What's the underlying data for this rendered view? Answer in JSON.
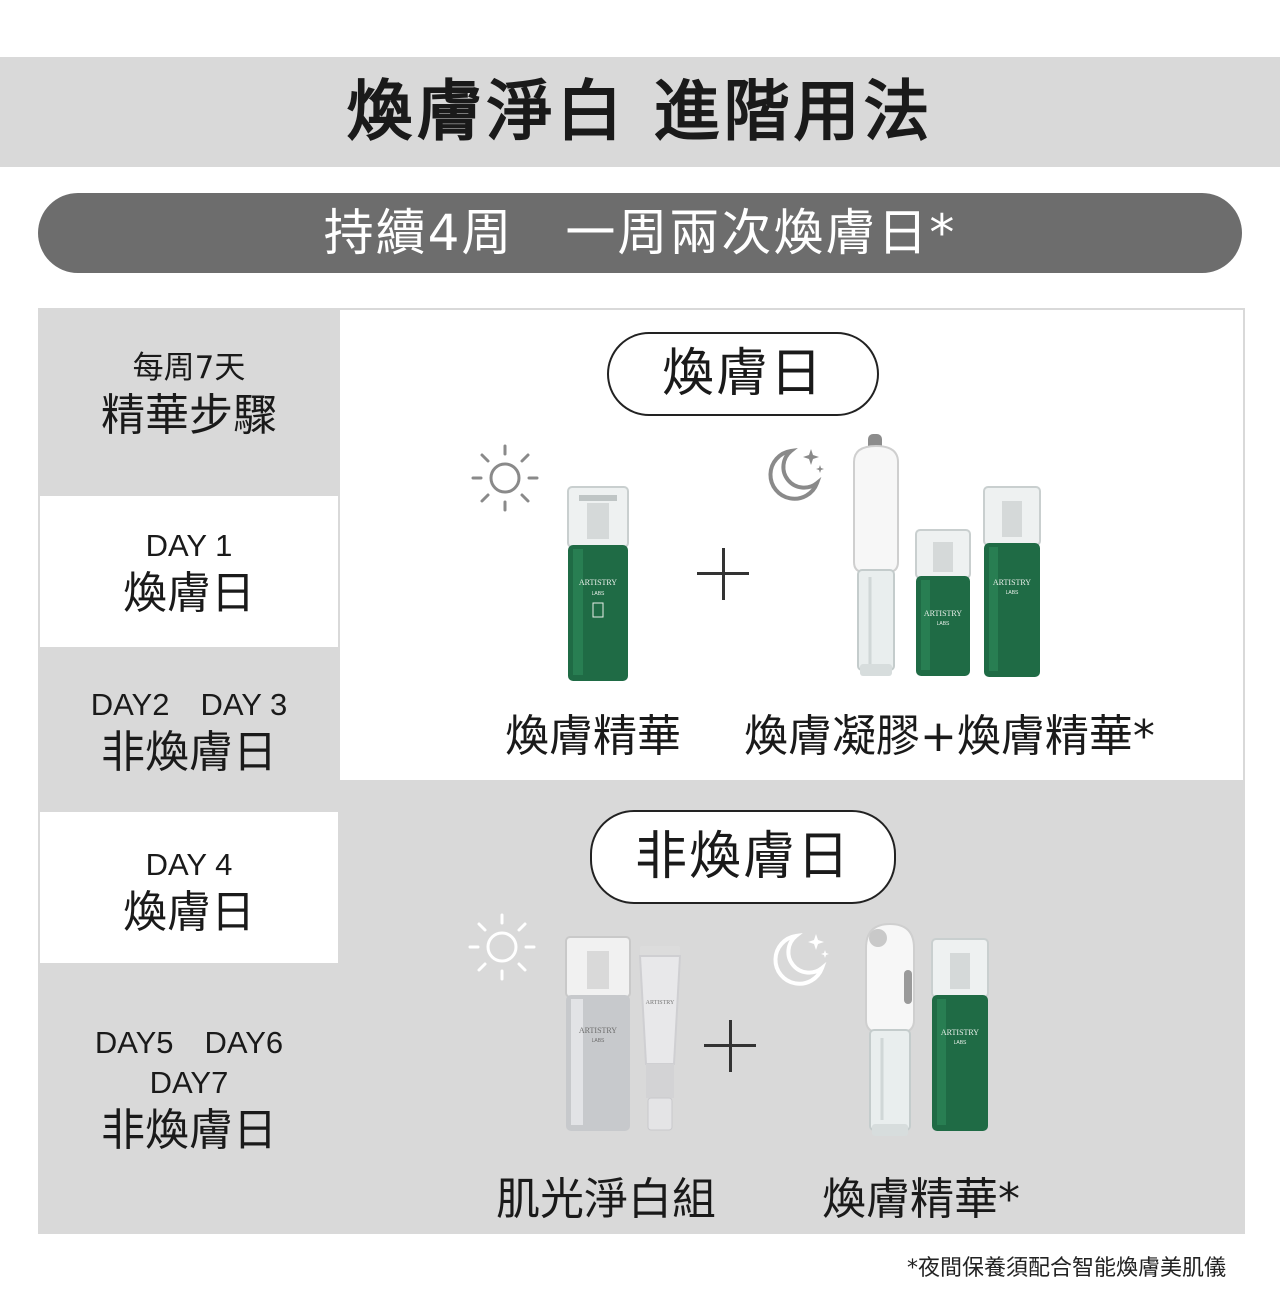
{
  "header": {
    "title": "煥膚淨白 進階用法"
  },
  "banner": {
    "text": "持續4周　一周兩次煥膚日*"
  },
  "schedule": {
    "intro": {
      "line1": "每周7天",
      "line2": "精華步驟"
    },
    "day1": {
      "line1": "DAY 1",
      "line2": "煥膚日"
    },
    "day23": {
      "line1": "DAY2　DAY 3",
      "line2": "非煥膚日"
    },
    "day4": {
      "line1": "DAY 4",
      "line2": "煥膚日"
    },
    "day567": {
      "line1": "DAY5　DAY6",
      "line1b": "DAY7",
      "line2": "非煥膚日"
    }
  },
  "peel_day": {
    "heading": "煥膚日",
    "day_caption": "煥膚精華",
    "night_caption": "煥膚凝膠+煥膚精華*"
  },
  "non_peel_day": {
    "heading": "非煥膚日",
    "day_caption": "肌光淨白組",
    "night_caption": "煥膚精華*"
  },
  "product_labels": {
    "brand": "ARTISTRY",
    "sub": "LABS"
  },
  "footnote": "*夜間保養須配合智能煥膚美肌儀",
  "colors": {
    "band": "#d9d9d9",
    "pill": "#6d6d6d",
    "serum_green": "#1f6b45",
    "icon_grey": "#8a8a8a"
  },
  "icons": {
    "day": "sun-icon",
    "night": "moon-stars-icon"
  }
}
